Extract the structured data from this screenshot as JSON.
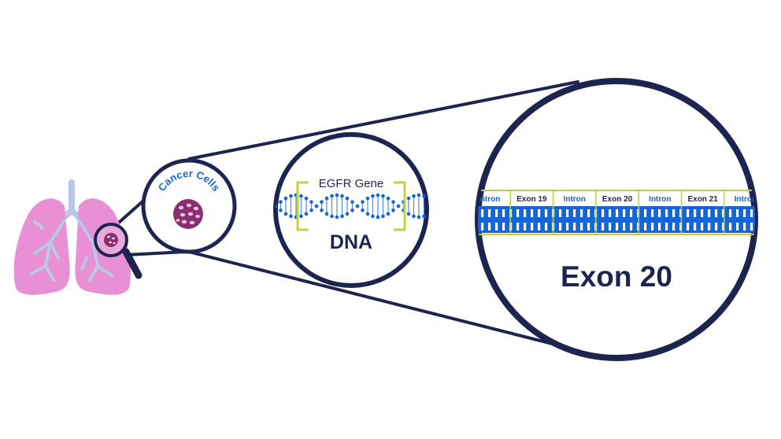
{
  "labels": {
    "cancer_cells": "Cancer Cells",
    "egfr_gene": "EGFR Gene",
    "dna": "DNA",
    "exon_title": "Exon 20"
  },
  "strip_segments": [
    {
      "label": "Intron",
      "kind": "intron"
    },
    {
      "label": "Exon 19",
      "kind": "exon"
    },
    {
      "label": "Intron",
      "kind": "intron"
    },
    {
      "label": "Exon 20",
      "kind": "exon"
    },
    {
      "label": "Intron",
      "kind": "intron"
    },
    {
      "label": "Exon 21",
      "kind": "exon"
    },
    {
      "label": "Intron",
      "kind": "intron"
    }
  ],
  "colors": {
    "navy": "#1e2450",
    "lung_pink": "#e88fd6",
    "bronchi": "#b8c8e8",
    "cell_purple": "#8a2f6e",
    "dna_blue": "#1565d8",
    "bracket_green": "#c6d23b",
    "strip_green": "#b8d43a"
  }
}
